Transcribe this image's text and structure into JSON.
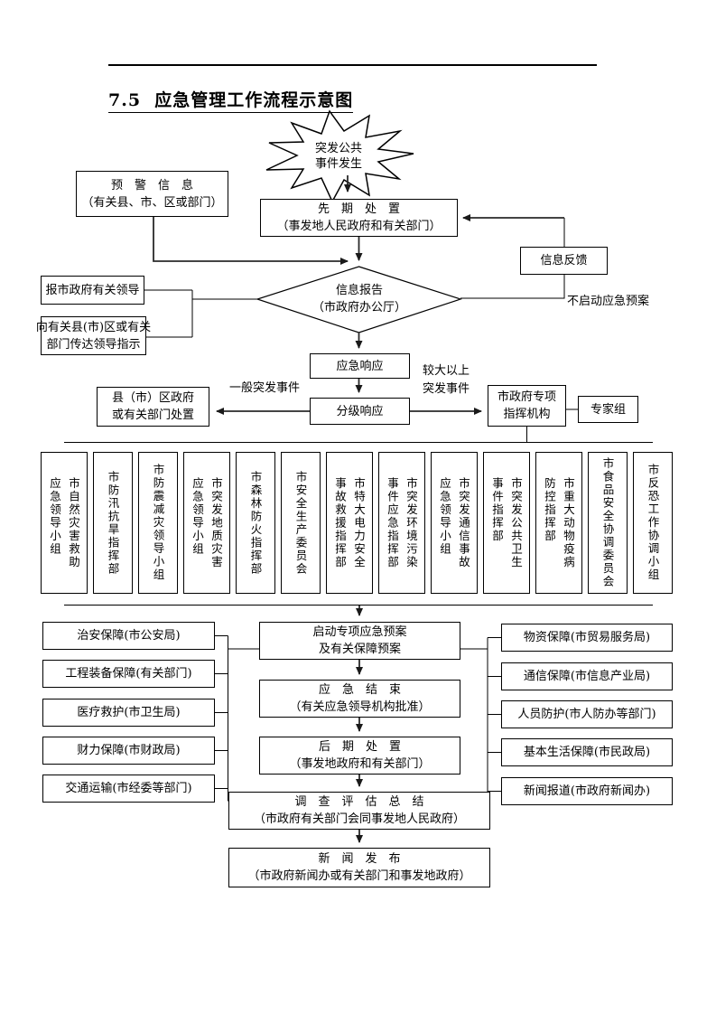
{
  "title": "7.5  应急管理工作流程示意图",
  "flow": {
    "start": "突发公共\n事件发生",
    "warning": {
      "l1": "预　警　信　息",
      "l2": "（有关县、市、区或部门）"
    },
    "initial": {
      "l1": "先　期　处　置",
      "l2": "（事发地人民政府和有关部门）"
    },
    "feedback": "信息反馈",
    "report": {
      "l1": "信息报告",
      "l2": "（市政府办公厅）"
    },
    "report_leaders": "报市政府有关领导",
    "convey": {
      "l1": "向有关县(市)区或有关",
      "l2": "部门传达领导指示"
    },
    "no_plan": "不启动应急预案",
    "response": "应急响应",
    "graded": "分级响应",
    "general_label": "一般突发事件",
    "major_label": "较大以上\n突发事件",
    "county": {
      "l1": "县（市）区政府",
      "l2": "或有关部门处置"
    },
    "hq": {
      "l1": "市政府专项",
      "l2": "指挥机构"
    },
    "experts": "专家组"
  },
  "agencies": [
    "市自然灾害救助\n应急领导小组",
    "市防汛抗旱指挥部",
    "市防震减灾领导小组",
    "市突发地质灾害\n应急领导小组",
    "市森林防火指挥部",
    "市安全生产委员会",
    "市特大电力安全\n事故救援指挥部",
    "市突发环境污染\n事件应急指挥部",
    "市突发通信事故\n应急领导小组",
    "市突发公共卫生\n事件指挥部",
    "市重大动物疫病\n防控指挥部",
    "市食品安全协调委员会",
    "市反恐工作协调小组"
  ],
  "left_supports": [
    "治安保障(市公安局)",
    "工程装备保障(有关部门)",
    "医疗救护(市卫生局)",
    "财力保障(市财政局)",
    "交通运输(市经委等部门)"
  ],
  "right_supports": [
    "物资保障(市贸易服务局)",
    "通信保障(市信息产业局)",
    "人员防护(市人防办等部门)",
    "基本生活保障(市民政局)",
    "新闻报道(市政府新闻办)"
  ],
  "process": {
    "launch": {
      "l1": "启动专项应急预案",
      "l2": "及有关保障预案"
    },
    "finish": {
      "l1": "应　急　结　束",
      "l2": "（有关应急领导机构批准）"
    },
    "post": {
      "l1": "后　期　处　置",
      "l2": "（事发地政府和有关部门）"
    },
    "evaluate": {
      "l1": "调　查　评　估　总　结",
      "l2": "（市政府有关部门会同事发地人民政府）"
    },
    "news": {
      "l1": "新　闻　发　布",
      "l2": "（市政府新闻办或有关部门和事发地政府）"
    }
  }
}
